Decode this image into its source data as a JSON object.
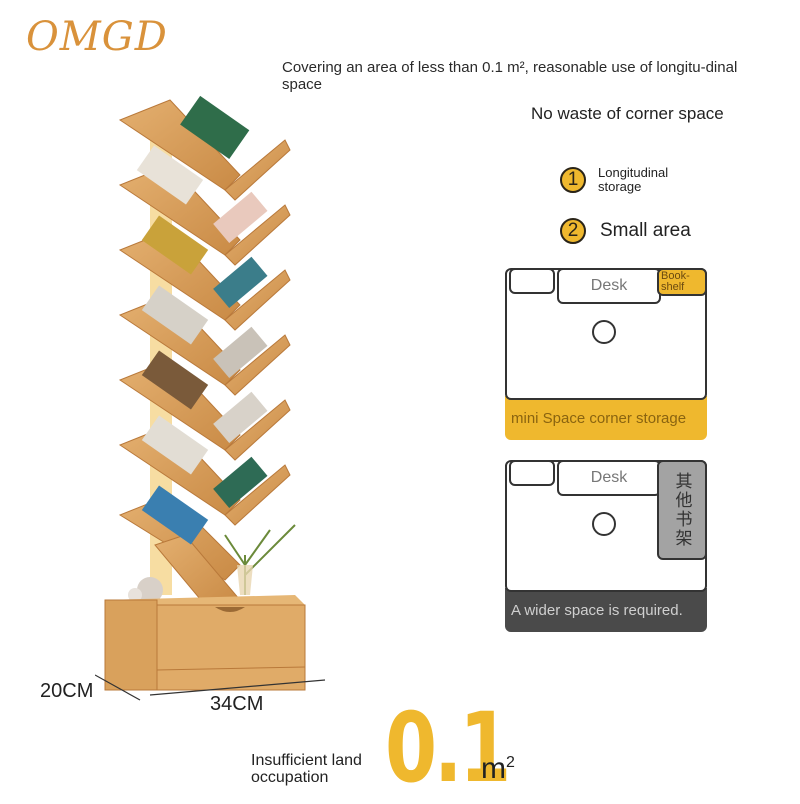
{
  "brand": {
    "logo_text": "OMGD"
  },
  "header": {
    "headline": "Covering an area of less than 0.1 m², reasonable use of longitu-dinal space",
    "subheadline": "No waste of corner space"
  },
  "features": [
    {
      "number": "1",
      "label": "Longitudinal storage"
    },
    {
      "number": "2",
      "label": "Small area"
    }
  ],
  "floor_plans": [
    {
      "desk_label": "Desk",
      "shelf_label": "Book-shelf",
      "caption": "mini Space corner storage",
      "accent_color": "#efb82e"
    },
    {
      "desk_label": "Desk",
      "shelf_label": "其他书架",
      "caption": "A wider space is required.",
      "accent_color": "#4a4a4a"
    }
  ],
  "dimensions": {
    "depth": "20CM",
    "width": "34CM"
  },
  "footprint": {
    "label": "Insufficient land occupation",
    "value": "0.1",
    "unit": "m",
    "unit_exp": "2"
  },
  "colors": {
    "accent": "#efb82e",
    "wood": "#d9a15c",
    "dark": "#4a4a4a"
  }
}
